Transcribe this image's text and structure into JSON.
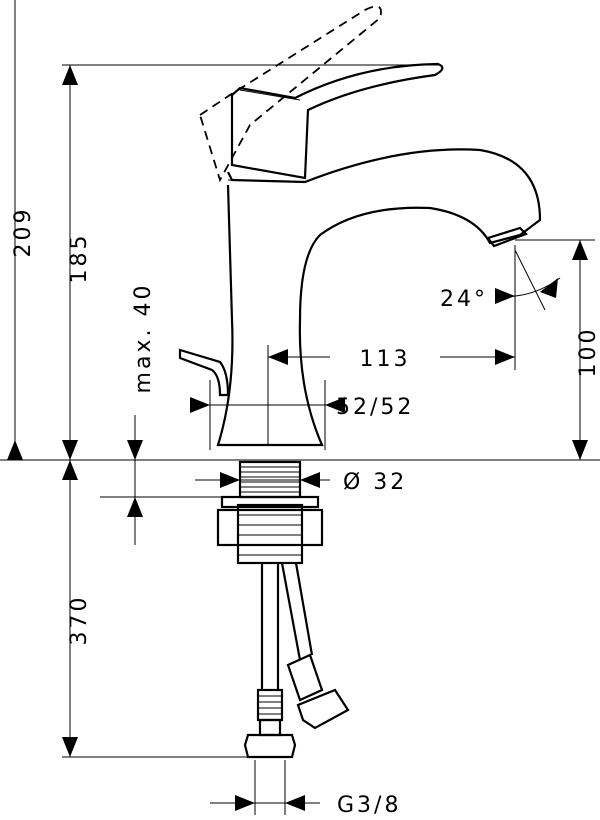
{
  "drawing": {
    "dimensions": {
      "total_height": "209",
      "spout_height": "185",
      "max_deck": "max. 40",
      "reach": "113",
      "base_width": "52/52",
      "angle": "24°",
      "outlet_height": "100",
      "shank_diameter": "Ø 32",
      "hose_length": "370",
      "connection": "G3/8"
    }
  }
}
